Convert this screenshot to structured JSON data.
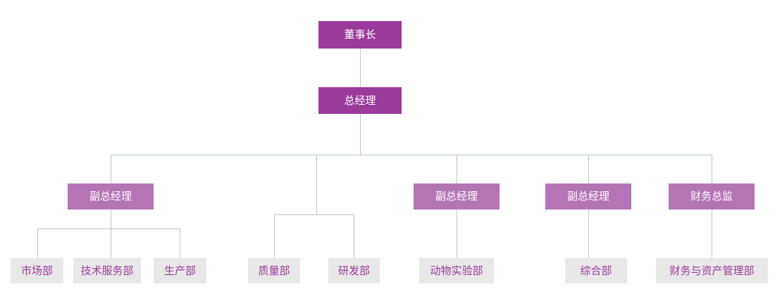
{
  "palette": {
    "executive_bg": "#9a3a9b",
    "sub_executive_bg": "#b474b6",
    "department_bg": "#e8e8e8",
    "department_text": "#9a3a9b",
    "node_text": "#ffffff",
    "connector": "#b9c6cd",
    "page_bg": "#ffffff"
  },
  "nodes": {
    "chairman": {
      "label": "董事长"
    },
    "general_manager": {
      "label": "总经理"
    },
    "deputy_gm_1": {
      "label": "副总经理"
    },
    "deputy_gm_2": {
      "label": "副总经理"
    },
    "deputy_gm_3": {
      "label": "副总经理"
    },
    "finance_director": {
      "label": "财务总监"
    },
    "dept_marketing": {
      "label": "市场部"
    },
    "dept_tech_service": {
      "label": "技术服务部"
    },
    "dept_production": {
      "label": "生产部"
    },
    "dept_quality": {
      "label": "质量部"
    },
    "dept_rnd": {
      "label": "研发部"
    },
    "dept_animal_lab": {
      "label": "动物实验部"
    },
    "dept_general": {
      "label": "综合部"
    },
    "dept_finance_asset": {
      "label": "财务与资产管理部"
    }
  },
  "hierarchy": {
    "root": "董事长",
    "children": [
      {
        "label": "总经理",
        "branches": [
          {
            "head": "副总经理",
            "departments": [
              "市场部",
              "技术服务部",
              "生产部"
            ]
          },
          {
            "head": null,
            "departments": [
              "质量部",
              "研发部"
            ]
          },
          {
            "head": "副总经理",
            "departments": [
              "动物实验部"
            ]
          },
          {
            "head": "副总经理",
            "departments": [
              "综合部"
            ]
          },
          {
            "head": "财务总监",
            "departments": [
              "财务与资产管理部"
            ]
          }
        ]
      }
    ]
  }
}
